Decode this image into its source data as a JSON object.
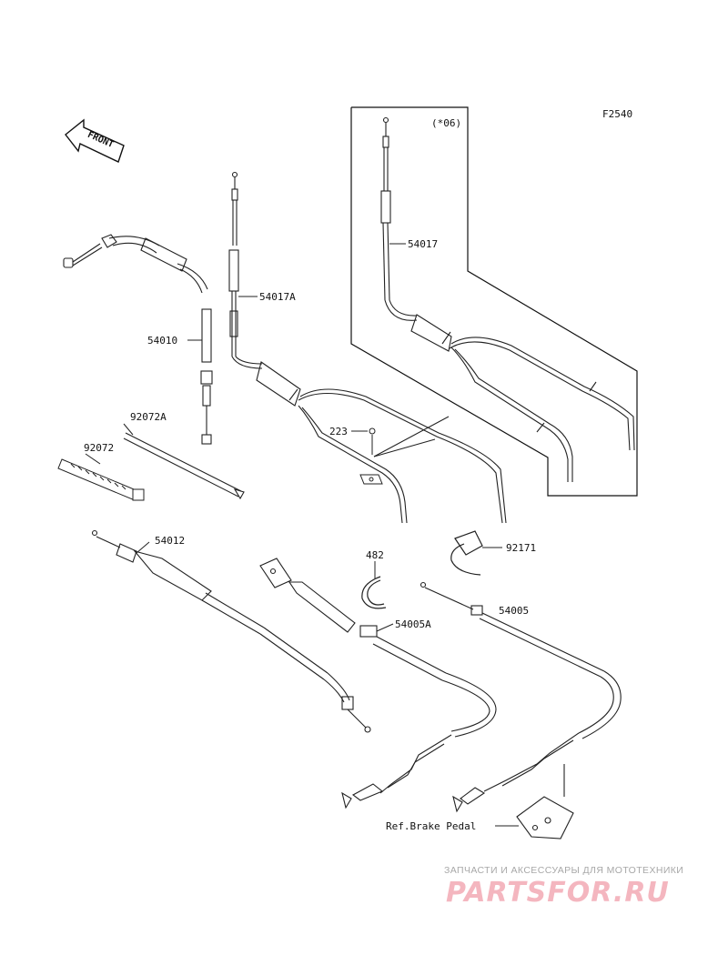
{
  "diagram_code": "F2540",
  "year_note": "(*06)",
  "front_label": "FRONT",
  "part_labels": {
    "p54017": "54017",
    "p54017A": "54017A",
    "p54010": "54010",
    "p92072A": "92072A",
    "p92072": "92072",
    "p223": "223",
    "p54012": "54012",
    "p482": "482",
    "p92171": "92171",
    "p54005": "54005",
    "p54005A": "54005A",
    "ref_brake_pedal": "Ref.Brake Pedal"
  },
  "watermark": {
    "subtitle": "ЗАПЧАСТИ И АКСЕССУАРЫ ДЛЯ МОТОТЕХНИКИ",
    "brand": "PARTSFOR.RU",
    "brand_color": "#f4b6bf"
  }
}
